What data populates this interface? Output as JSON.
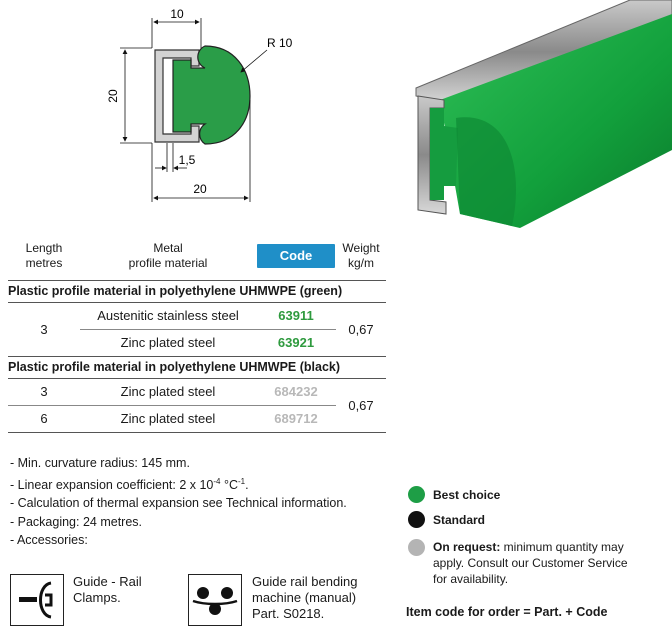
{
  "drawing": {
    "dim_width_top": "10",
    "dim_height": "20",
    "dim_radius": "R 10",
    "dim_thickness": "1,5",
    "dim_width_bottom": "20"
  },
  "table": {
    "headers": {
      "length": "Length\nmetres",
      "metal": "Metal\nprofile material",
      "code": "Code",
      "weight": "Weight\nkg/m"
    },
    "groups": [
      {
        "title": "Plastic profile material in polyethylene UHMWPE (green)",
        "rows": [
          {
            "length": "3",
            "material": "Austenitic stainless steel",
            "code": "63911"
          },
          {
            "length": "",
            "material": "Zinc plated steel",
            "code": "63921"
          }
        ],
        "weight": "0,67"
      },
      {
        "title": "Plastic profile material in polyethylene UHMWPE (black)",
        "rows": [
          {
            "length": "3",
            "material": "Zinc plated steel",
            "code": "684232"
          },
          {
            "length": "6",
            "material": "Zinc plated steel",
            "code": "689712"
          }
        ],
        "weight": "0,67"
      }
    ]
  },
  "notes": {
    "curvature": "- Min. curvature radius: 145 mm.",
    "linear_prefix": "- Linear expansion coefficient: 2 x 10",
    "linear_exp": "-4",
    "linear_unit": " °C",
    "linear_unit_exp": "-1",
    "linear_end": ".",
    "thermal": "- Calculation of thermal expansion see Technical information.",
    "packaging": "- Packaging: 24 metres.",
    "accessories": "- Accessories:"
  },
  "accessories": [
    {
      "icon": "guide-rail-clamp-icon",
      "label_line1": "Guide - Rail",
      "label_line2": "Clamps."
    },
    {
      "icon": "bending-machine-icon",
      "label_line1": "Guide rail bending",
      "label_line2": "machine (manual)",
      "label_line3": "Part. S0218."
    }
  ],
  "legend": {
    "best": "Best choice",
    "standard": "Standard",
    "on_request_bold": "On request:",
    "on_request_text": " minimum quantity may",
    "on_request_line2": "apply. Consult our Customer Service",
    "on_request_line3": "for availability.",
    "item_code": "Item code for order = Part. + Code"
  },
  "colors": {
    "green": "#1e9e46",
    "black": "#111111",
    "grey": "#b4b4b4",
    "code_header": "#1f8fc8",
    "code_green": "#2e9a3e",
    "code_grey": "#b8b8b8"
  }
}
